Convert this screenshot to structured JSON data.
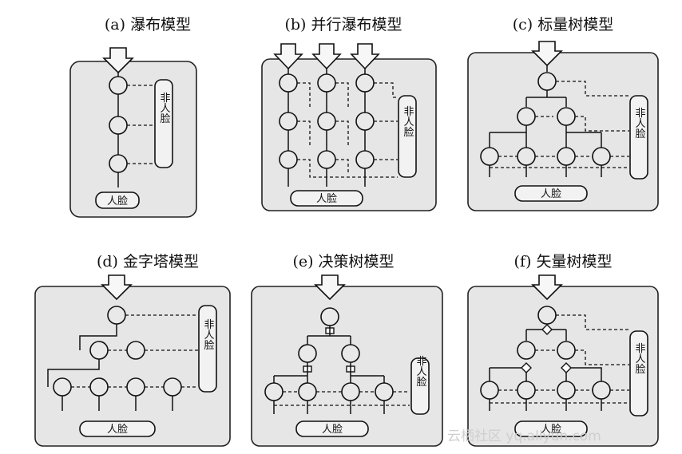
{
  "panels": [
    {
      "id": "a",
      "title": "(a) 瀑布模型",
      "face": "人脸",
      "nonface": "非人脸"
    },
    {
      "id": "b",
      "title": "(b) 并行瀑布模型",
      "face": "人脸",
      "nonface": "非人脸"
    },
    {
      "id": "c",
      "title": "(c) 标量树模型",
      "face": "人脸",
      "nonface": "非人脸"
    },
    {
      "id": "d",
      "title": "(d) 金字塔模型",
      "face": "人脸",
      "nonface": "非人脸"
    },
    {
      "id": "e",
      "title": "(e) 决策树模型",
      "face": "人脸",
      "nonface": "非人脸"
    },
    {
      "id": "f",
      "title": "(f) 矢量树模型",
      "face": "人脸",
      "nonface": "非人脸"
    }
  ],
  "watermark": "云栖社区 yq.aliyun.com"
}
